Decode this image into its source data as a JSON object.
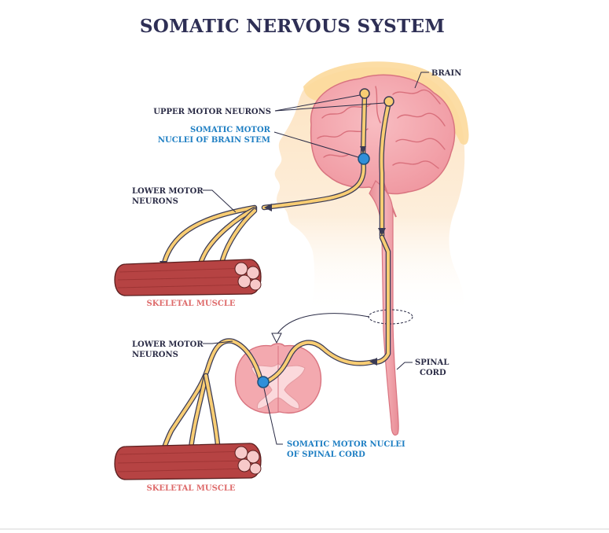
{
  "title": "SOMATIC NERVOUS SYSTEM",
  "labels": {
    "brain": "BRAIN",
    "upper_motor_neurons": "UPPER MOTOR NEURONS",
    "somatic_motor_nuclei_brain_stem": [
      "SOMATIC MOTOR",
      "NUCLEI OF BRAIN STEM"
    ],
    "lower_motor_neurons_top": [
      "LOWER MOTOR",
      "NEURONS"
    ],
    "skeletal_muscle_top": "SKELETAL MUSCLE",
    "lower_motor_neurons_bottom": [
      "LOWER MOTOR",
      "NEURONS"
    ],
    "spinal_cord": [
      "SPINAL",
      "CORD"
    ],
    "somatic_motor_nuclei_spinal_cord": [
      "SOMATIC MOTOR NUCLEI",
      "OF SPINAL CORD"
    ],
    "skeletal_muscle_bottom": "SKELETAL MUSCLE"
  },
  "colors": {
    "title": "#2e2f55",
    "label": "#2b2c46",
    "label_blue": "#1f7fc3",
    "label_red": "#de6b6b",
    "head_skin": "#fde6c6",
    "hair": "#fcd99b",
    "brain": "#f4a7ae",
    "spinal_cord": "#ef9ea5",
    "muscle": "#b64343",
    "nerve_fill": "#f8cd73",
    "nucleus": "#2f8fd9"
  }
}
